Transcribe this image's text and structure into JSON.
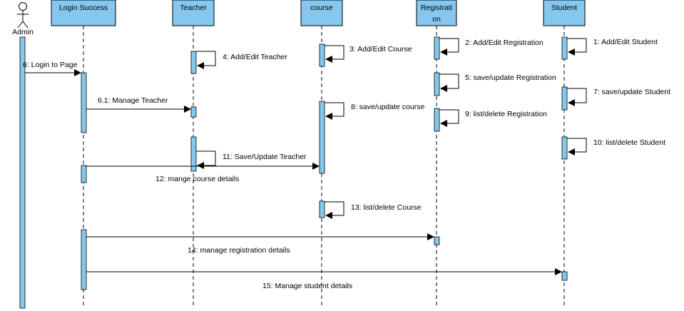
{
  "colors": {
    "fill": "#85C7EE",
    "stroke": "#000000",
    "background": "#FFFFFF"
  },
  "actor": {
    "label": "Admin",
    "icon": "stick-figure-actor-icon"
  },
  "lifelines": [
    {
      "id": "login",
      "label": "Login Success"
    },
    {
      "id": "teacher",
      "label": "Teacher"
    },
    {
      "id": "course",
      "label": "course"
    },
    {
      "id": "registration",
      "label_line1": "Registrati",
      "label_line2": "on"
    },
    {
      "id": "student",
      "label": "Student"
    }
  ],
  "messages": [
    {
      "num": "1",
      "text": "1: Add/Edit Student"
    },
    {
      "num": "2",
      "text": "2: Add/Edit Registration"
    },
    {
      "num": "3",
      "text": "3: Add/Edit Course"
    },
    {
      "num": "4",
      "text": "4: Add/Edit Teacher"
    },
    {
      "num": "5",
      "text": "5: save/update Registration"
    },
    {
      "num": "6",
      "text": "6: Login to Page"
    },
    {
      "num": "6.1",
      "text": "6.1: Manage Teacher"
    },
    {
      "num": "7",
      "text": "7: save/update Student"
    },
    {
      "num": "8",
      "text": "8: save/update course"
    },
    {
      "num": "9",
      "text": "9: list/delete Registration"
    },
    {
      "num": "10",
      "text": "10: list/delete Student"
    },
    {
      "num": "11",
      "text": "11: Save/Update Teacher"
    },
    {
      "num": "12",
      "text": "12: mange course details"
    },
    {
      "num": "13",
      "text": "13: list/delete Course"
    },
    {
      "num": "14",
      "text": "14: manage registration details"
    },
    {
      "num": "15",
      "text": "15: Manage student details"
    }
  ]
}
